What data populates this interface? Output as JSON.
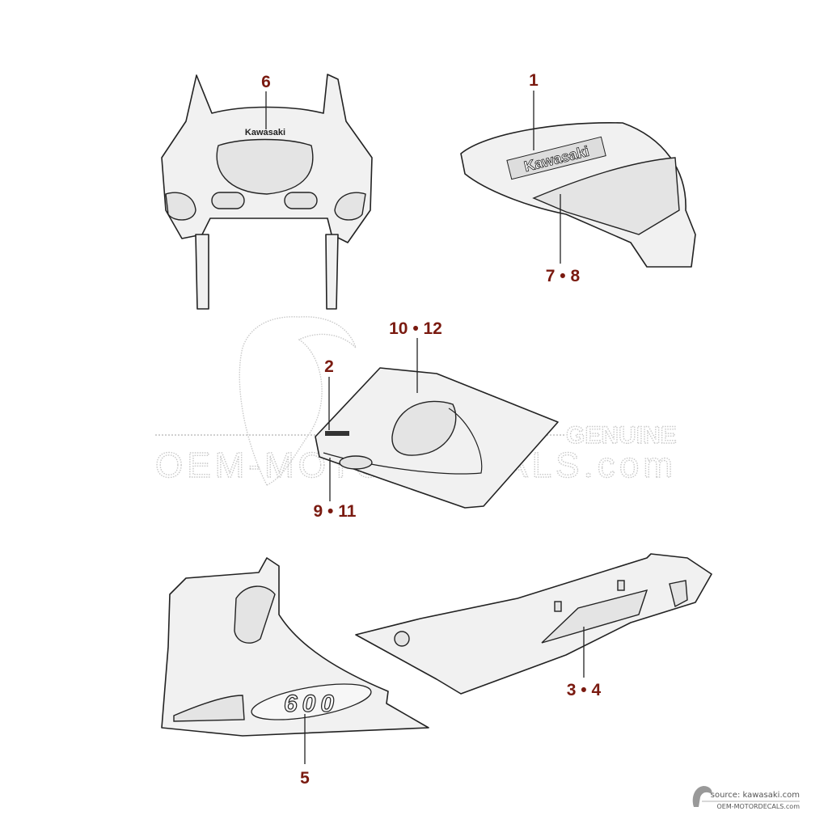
{
  "diagram": {
    "callouts": {
      "c6": "6",
      "c1": "1",
      "c78": "7 • 8",
      "c1012": "10 • 12",
      "c2": "2",
      "c911": "9 • 11",
      "c34": "3 • 4",
      "c5": "5"
    },
    "decals": {
      "front_fairing": "Kawasaki",
      "tank_cover": "Kawasaki",
      "lower_fairing": "600"
    },
    "watermark": {
      "genuine": "GENUINE",
      "site": "OEM-MOTORDECALS.com"
    },
    "footer": {
      "source": "source: kawasaki.com",
      "site": "OEM-MOTORDECALS.com"
    },
    "colors": {
      "callout": "#7a1a10"
    }
  }
}
